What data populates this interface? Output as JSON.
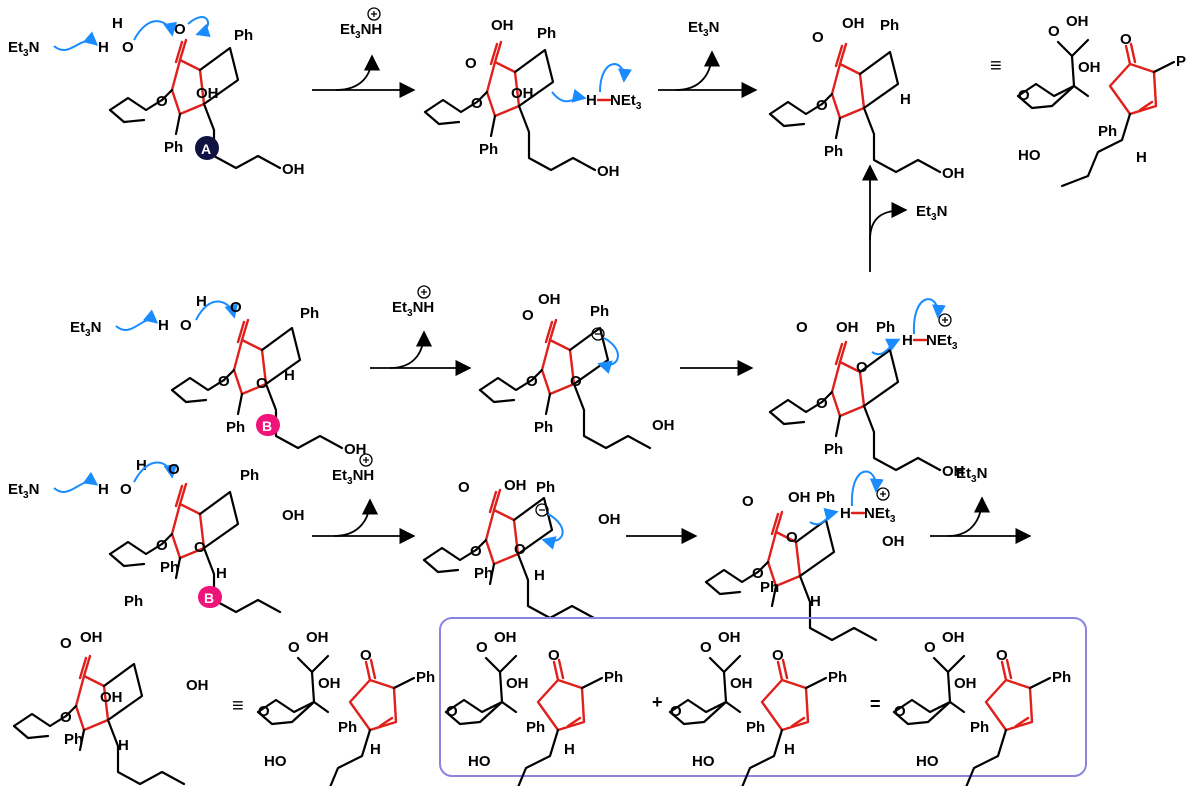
{
  "labels": {
    "et3n": "Et",
    "three": "3",
    "n": "N",
    "et3nh_top": "Et",
    "nh": "NH",
    "h": "H",
    "o": "O",
    "oh": "OH",
    "ho": "HO",
    "ph": "Ph",
    "net3": "NEt",
    "intermediate_a": "A",
    "intermediate_b": "B",
    "equiv": "≡",
    "plus": "+",
    "equals": "="
  },
  "colors": {
    "ring_red": "#e0201b",
    "arrow_blue": "#1a8cff",
    "badge_a": "#101241",
    "badge_b": "#f0147a",
    "box_border": "#8a84e0"
  }
}
